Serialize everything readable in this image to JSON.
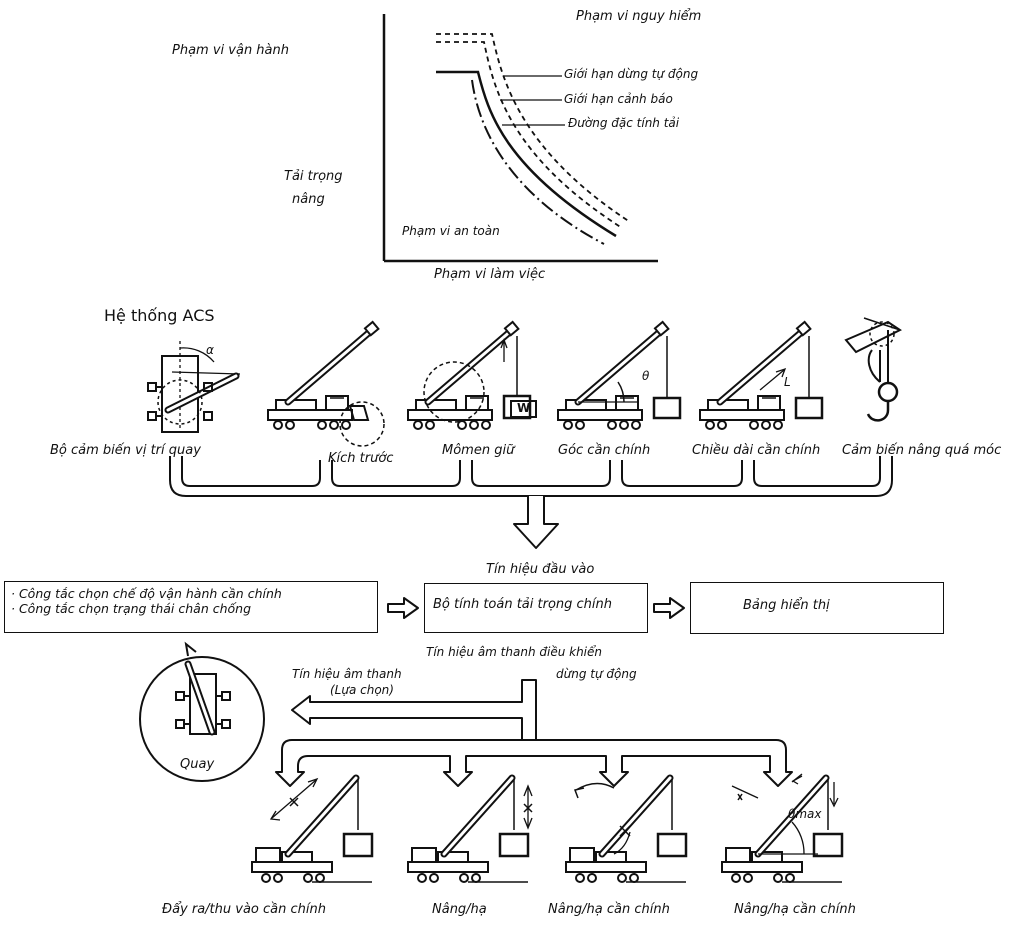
{
  "graph": {
    "operating_range": "Phạm vi vận hành",
    "danger_range": "Phạm vi nguy hiểm",
    "auto_stop_limit": "Giới hạn dừng tự động",
    "warning_limit": "Giới hạn cảnh báo",
    "static_load_curve": "Đường đặc tính tải",
    "y_axis_label_line1": "Tải trọng",
    "y_axis_label_line2": "nâng",
    "safe_range": "Phạm vi an toàn",
    "x_axis_label": "Phạm vi làm việc"
  },
  "acs": {
    "title": "Hệ thống ACS",
    "alpha_symbol": "α",
    "w_symbol": "W",
    "theta_symbol": "θ",
    "l_symbol": "L",
    "sensors": [
      "Bộ cảm biến vị trí quay",
      "Kích trước",
      "Mômen giữ",
      "Góc cần chính",
      "Chiều dài cần chính",
      "Cảm biến nâng quá móc"
    ]
  },
  "flow": {
    "input_signal": "Tín hiệu đầu vào",
    "switch_line1": "· Công tắc chọn chế độ vận hành cần chính",
    "switch_line2": "· Công tắc chọn trạng thái chân chống",
    "calculator": "Bộ tính toán tải trọng chính",
    "display": "Bảng hiển thị",
    "control_signal_line1": "Tín hiệu âm thanh điều khiển",
    "control_signal_line2": "dừng tự động",
    "sound_signal_line1": "Tín hiệu âm thanh",
    "sound_signal_line2": "(Lựa chọn)",
    "rotate": "Quay"
  },
  "outputs": {
    "theta_max_symbol": "θmax",
    "items": [
      "Đẩy ra/thu vào cần chính",
      "Nâng/hạ",
      "Nâng/hạ cần chính",
      "Nâng/hạ cần chính"
    ]
  }
}
